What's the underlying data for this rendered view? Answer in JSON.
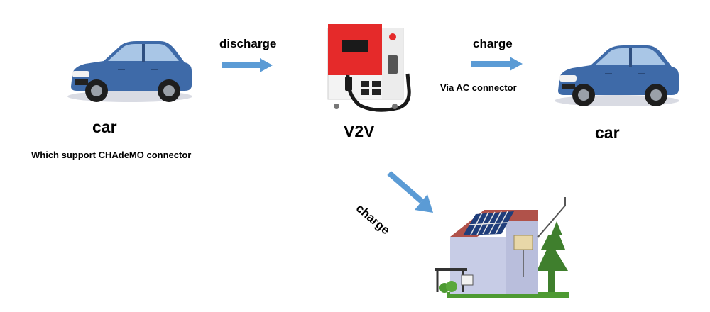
{
  "diagram": {
    "left_car": {
      "label": "car",
      "caption": "Which support CHAdeMO connector"
    },
    "arrow_discharge": {
      "label": "discharge"
    },
    "device": {
      "label": "V2V"
    },
    "arrow_charge_right": {
      "label": "charge",
      "caption": "Via AC connector"
    },
    "right_car": {
      "label": "car"
    },
    "arrow_charge_down": {
      "label": "charge"
    },
    "colors": {
      "arrow": "#5b9bd5",
      "car_body": "#3e6aa8",
      "device_red": "#e52a2a",
      "roof": "#b0524a",
      "house_wall": "#c7cce6",
      "tree": "#3f7f2d",
      "grass": "#4d9a32"
    }
  }
}
